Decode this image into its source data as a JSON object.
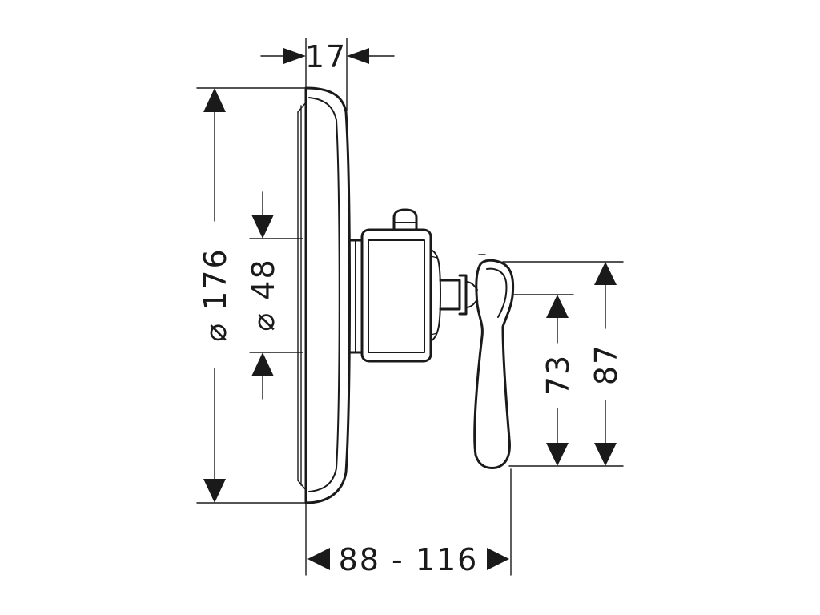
{
  "diagram": {
    "kind": "technical-dimension-drawing",
    "colors": {
      "line": "#1a1a1a",
      "background": "#ffffff"
    },
    "dimensions": {
      "plate_depth": "17",
      "plate_diameter": "⌀ 176",
      "escutcheon_diameter": "⌀ 48",
      "projection_range": "88 - 116",
      "handle_height_inner": "73",
      "handle_height_outer": "87"
    }
  }
}
